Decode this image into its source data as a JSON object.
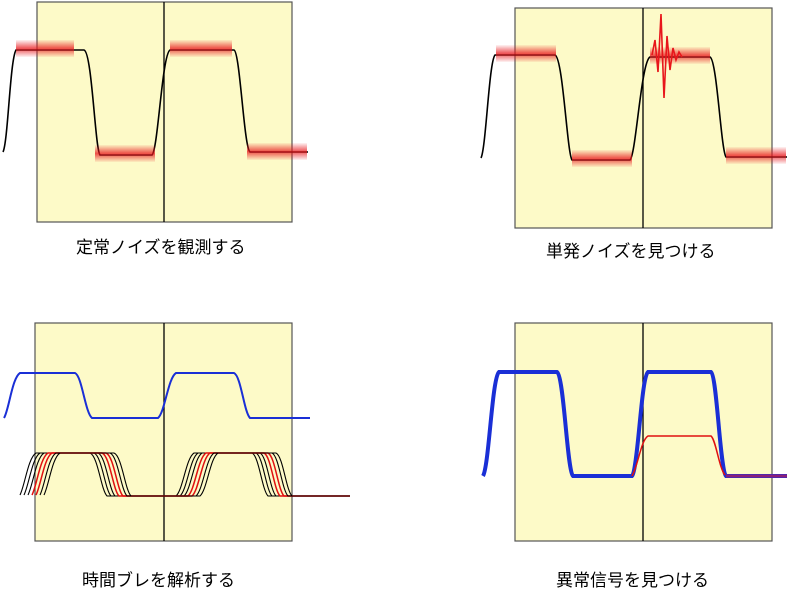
{
  "panels": [
    {
      "id": "steady-noise",
      "caption": "定常ノイズを観測する"
    },
    {
      "id": "single-noise",
      "caption": "単発ノイズを見つける"
    },
    {
      "id": "timing-jitter",
      "caption": "時間ブレを解析する"
    },
    {
      "id": "abnormal-signal",
      "caption": "異常信号を見つける"
    }
  ],
  "colors": {
    "panel_fill": "#fdfac8",
    "panel_border": "#555555",
    "trace": "#000000",
    "noise_band": "#e8161b",
    "blue_trace": "#1a2fd6",
    "red_trace": "#e01010"
  }
}
